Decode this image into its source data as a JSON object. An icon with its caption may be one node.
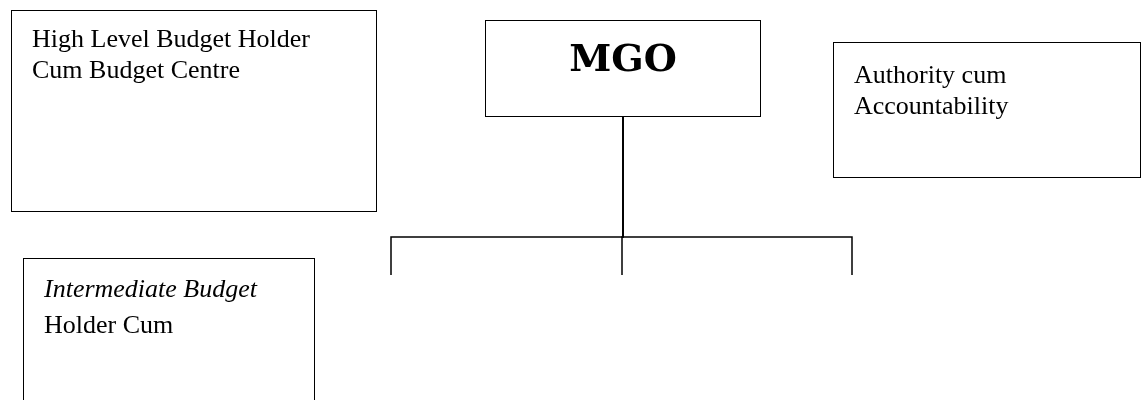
{
  "diagram": {
    "nodes": [
      {
        "text": [
          "High Level Budget Holder Cum Budget Centre"
        ]
      },
      {
        "text": [
          "MGO"
        ]
      },
      {
        "text": [
          "Authority cum Accountability"
        ]
      },
      {
        "text": [
          "*Intermediate Budget* Holder Cum"
        ]
      }
    ],
    "edges": [
      {
        "from": 1,
        "to": null,
        "arrow": "none"
      },
      {
        "from": 1,
        "to": null,
        "arrow": "none"
      },
      {
        "from": 1,
        "to": null,
        "arrow": "none"
      }
    ]
  }
}
